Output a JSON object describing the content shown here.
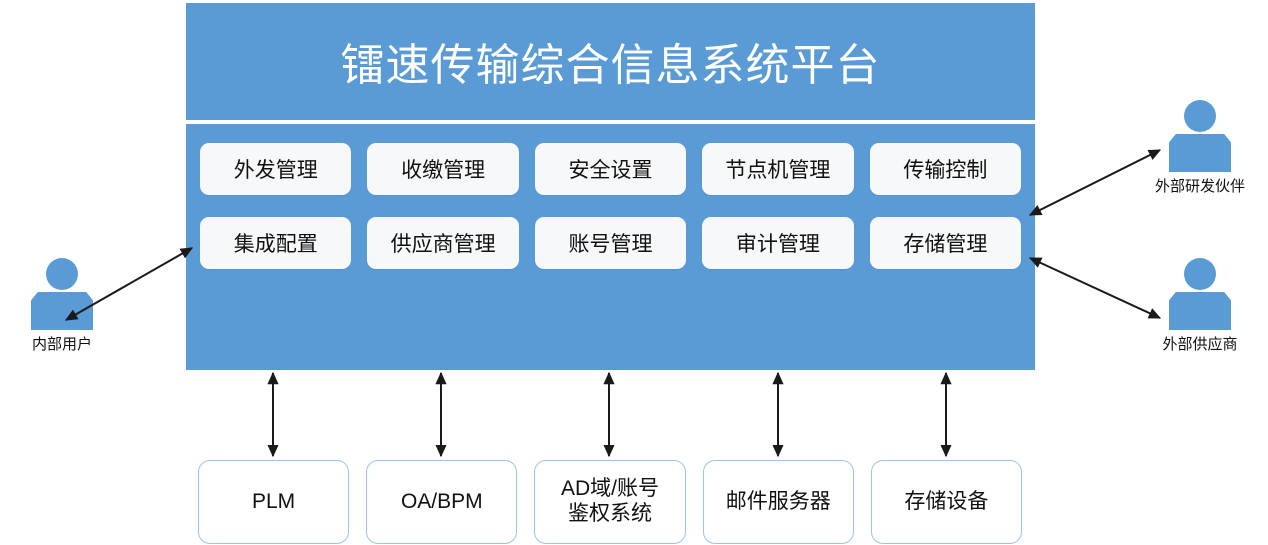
{
  "platform": {
    "title": "镭速传输综合信息系统平台",
    "background_color": "#5B9BD5",
    "module_rows": [
      [
        {
          "label": "外发管理"
        },
        {
          "label": "收缴管理"
        },
        {
          "label": "安全设置"
        },
        {
          "label": "节点机管理"
        },
        {
          "label": "传输控制"
        }
      ],
      [
        {
          "label": "集成配置"
        },
        {
          "label": "供应商管理"
        },
        {
          "label": "账号管理"
        },
        {
          "label": "审计管理"
        },
        {
          "label": "存储管理"
        }
      ]
    ]
  },
  "actors": [
    {
      "label": "内部用户",
      "icon": "person-icon",
      "position": "left"
    },
    {
      "label": "外部研发伙伴",
      "icon": "person-icon",
      "position": "right-top"
    },
    {
      "label": "外部供应商",
      "icon": "person-icon",
      "position": "right-bottom"
    }
  ],
  "systems": [
    {
      "line1": "PLM",
      "line2": ""
    },
    {
      "line1": "OA/BPM",
      "line2": ""
    },
    {
      "line1": "AD域/账号",
      "line2": "鉴权系统"
    },
    {
      "line1": "邮件服务器",
      "line2": ""
    },
    {
      "line1": "存储设备",
      "line2": ""
    }
  ],
  "colors": {
    "panel_blue": "#5B9BD5",
    "module_fill": "#F7F8F9",
    "system_border": "#9DC3E6",
    "arrow": "#1a1a1a",
    "title_text": "#FFFFFF"
  }
}
